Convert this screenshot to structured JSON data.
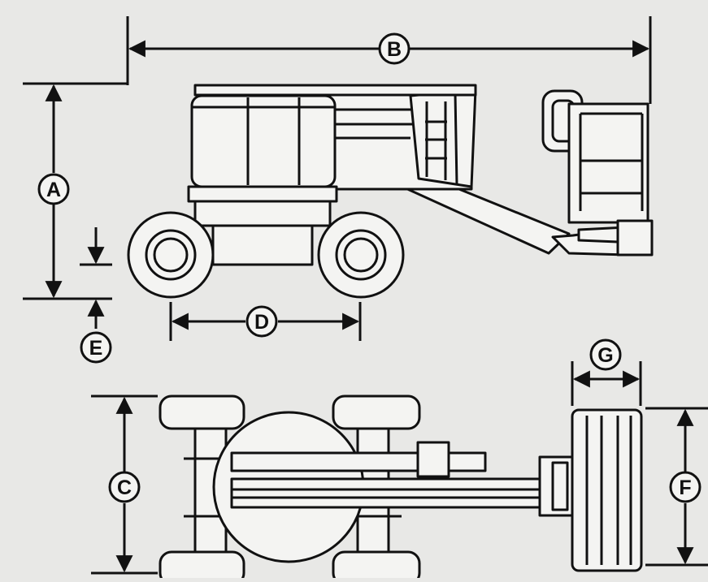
{
  "diagram": {
    "background": "#e8e8e6",
    "stroke": "#111111",
    "fill": "#f4f4f2",
    "dimension_labels": {
      "a": "A",
      "b": "B",
      "c": "C",
      "d": "D",
      "e": "E",
      "f": "F",
      "g": "G"
    }
  }
}
